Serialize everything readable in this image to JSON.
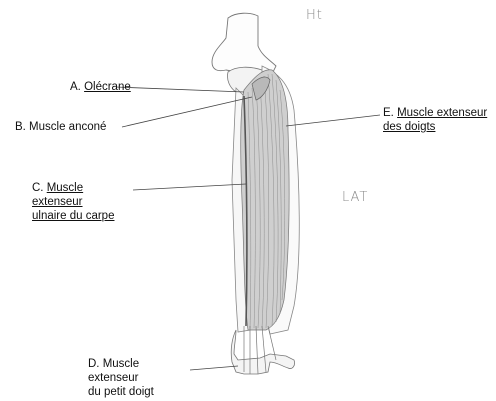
{
  "orientation": {
    "top": "Ht",
    "side": "LAT"
  },
  "labels": {
    "a": {
      "letter": "A.",
      "name": "Olécrane"
    },
    "b": {
      "text": "B. Muscle anconé"
    },
    "c": {
      "letter": "C.",
      "name_line1": "Muscle",
      "name_line2": "extenseur",
      "name_line3": "ulnaire du carpe"
    },
    "d": {
      "line1": "D. Muscle",
      "line2": "extenseur",
      "line3": "du petit doigt"
    },
    "e": {
      "letter": "E.",
      "name_line1": "Muscle extenseur",
      "name_line2": "des doigts"
    }
  }
}
